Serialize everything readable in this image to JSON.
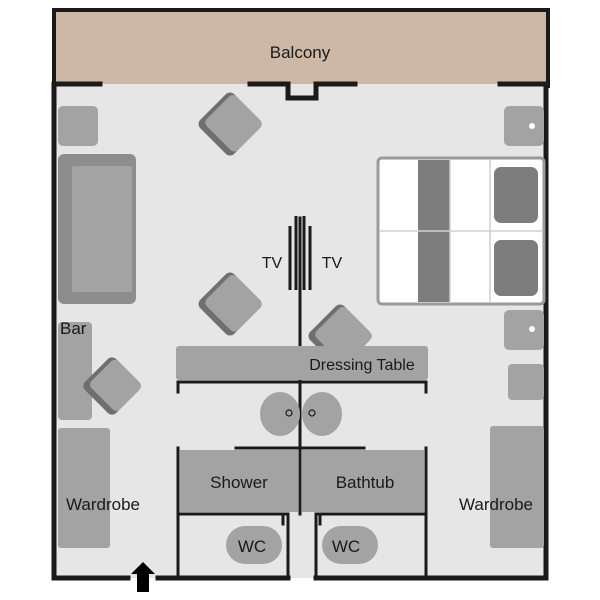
{
  "labels": {
    "balcony": "Balcony",
    "tv_left": "TV",
    "tv_right": "TV",
    "bar": "Bar",
    "dressing_table": "Dressing Table",
    "shower": "Shower",
    "bathtub": "Bathtub",
    "wardrobe_left": "Wardrobe",
    "wardrobe_right": "Wardrobe",
    "wc_left": "WC",
    "wc_right": "WC"
  },
  "colors": {
    "balcony": "#cdb8a6",
    "floor": "#e6e6e6",
    "wall": "#1a1a1a",
    "furniture": "#a3a3a3",
    "furniture_shadow": "#6f6f6f",
    "bed_dark": "#7d7d7d",
    "bed_light": "#ffffff",
    "entrance_arrow": "#000000"
  },
  "icons": {
    "entrance": "arrow-up-icon"
  }
}
